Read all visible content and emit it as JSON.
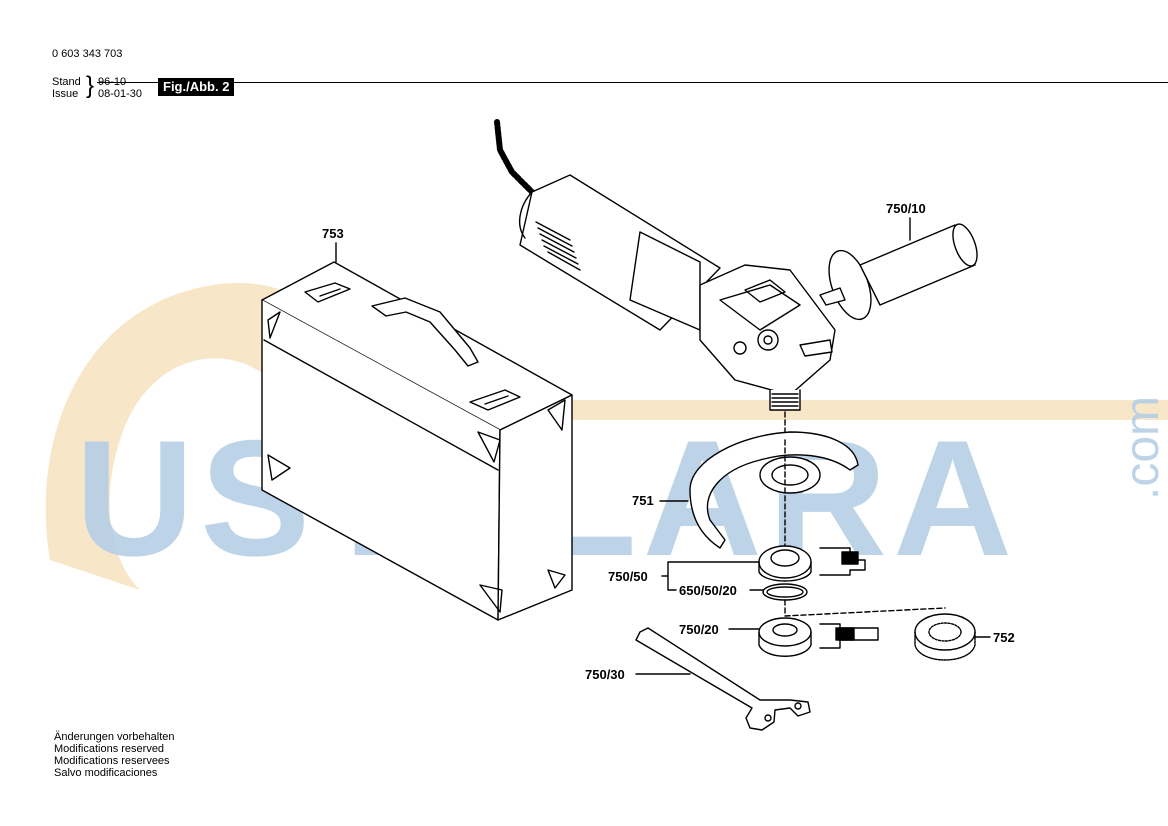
{
  "header": {
    "part_number": "0 603 343 703",
    "stand_label": "Stand",
    "issue_label": "Issue",
    "old_date": "96-10",
    "issue_date": "08-01-30",
    "figure_label": "Fig./Abb. 2"
  },
  "watermark": {
    "text": "USTALARA",
    "domain": ".com",
    "blue": "#b5cfe6",
    "orange": "#f6e2be"
  },
  "parts": [
    {
      "id": "753"
    },
    {
      "id": "750/10"
    },
    {
      "id": "751"
    },
    {
      "id": "750/50"
    },
    {
      "id": "650/50/20"
    },
    {
      "id": "750/20"
    },
    {
      "id": "752"
    },
    {
      "id": "750/30"
    }
  ],
  "footer": {
    "lines": [
      "Änderungen vorbehalten",
      "Modifications reserved",
      "Modifications reservees",
      "Salvo modificaciones"
    ]
  }
}
